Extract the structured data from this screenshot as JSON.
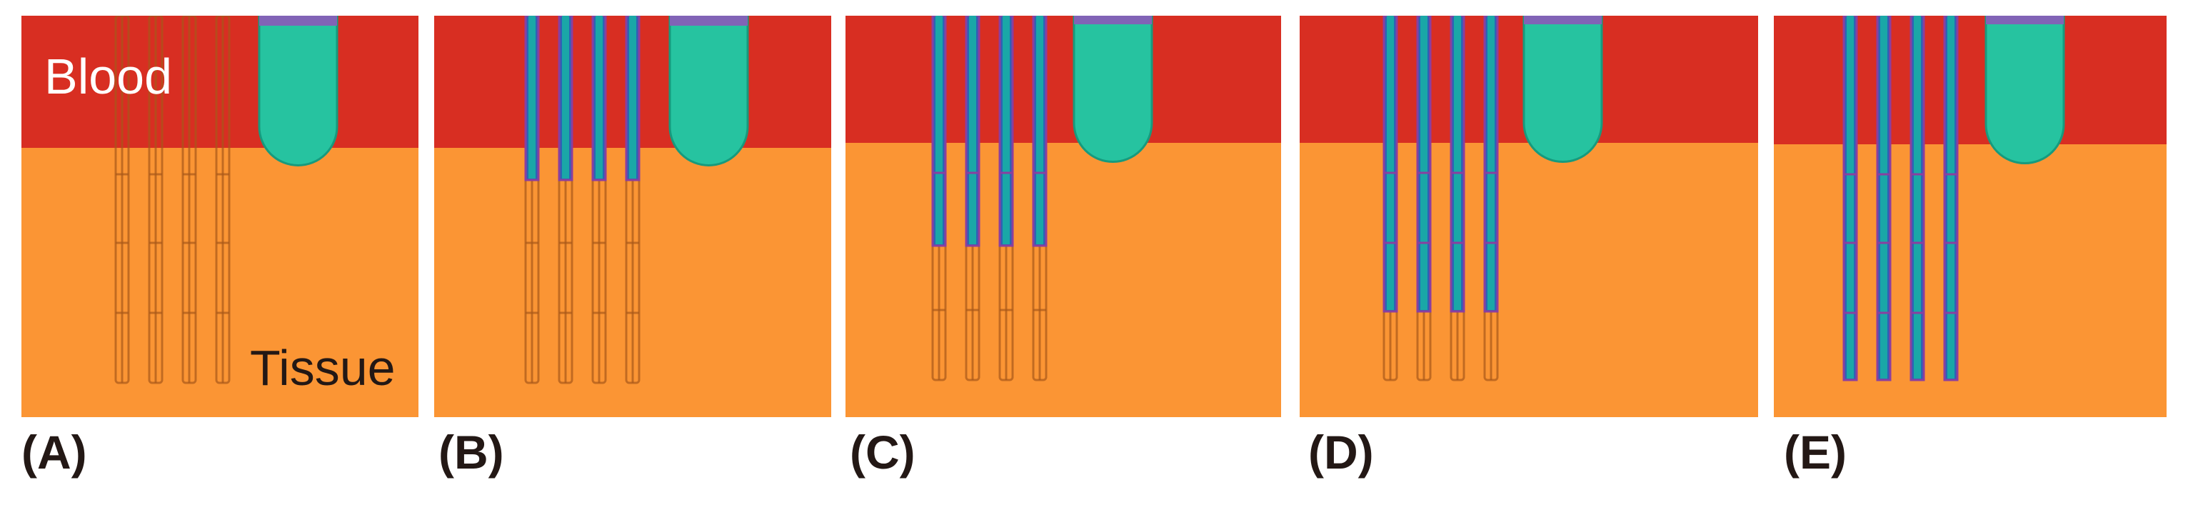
{
  "region_labels": {
    "blood": "Blood",
    "tissue": "Tissue"
  },
  "colors": {
    "blood": "#d82e22",
    "tissue": "#fb9534",
    "reservoir": "#26c3a0",
    "reservoir_cap": "#8163b6",
    "needle_fill_teal": "#1aa7a7",
    "needle_fill_blue": "#2c63b5",
    "needle_edge": "#8a3fa0",
    "needle_outline": "#b7691e",
    "label_white": "#ffffff",
    "label_dark": "#231815"
  },
  "panels": [
    {
      "label": "(A)",
      "fill_level": "none"
    },
    {
      "label": "(B)",
      "fill_level": "blood-tissue boundary"
    },
    {
      "label": "(C)",
      "fill_level": "segment 2"
    },
    {
      "label": "(D)",
      "fill_level": "segment 3"
    },
    {
      "label": "(E)",
      "fill_level": "full needle length"
    }
  ]
}
